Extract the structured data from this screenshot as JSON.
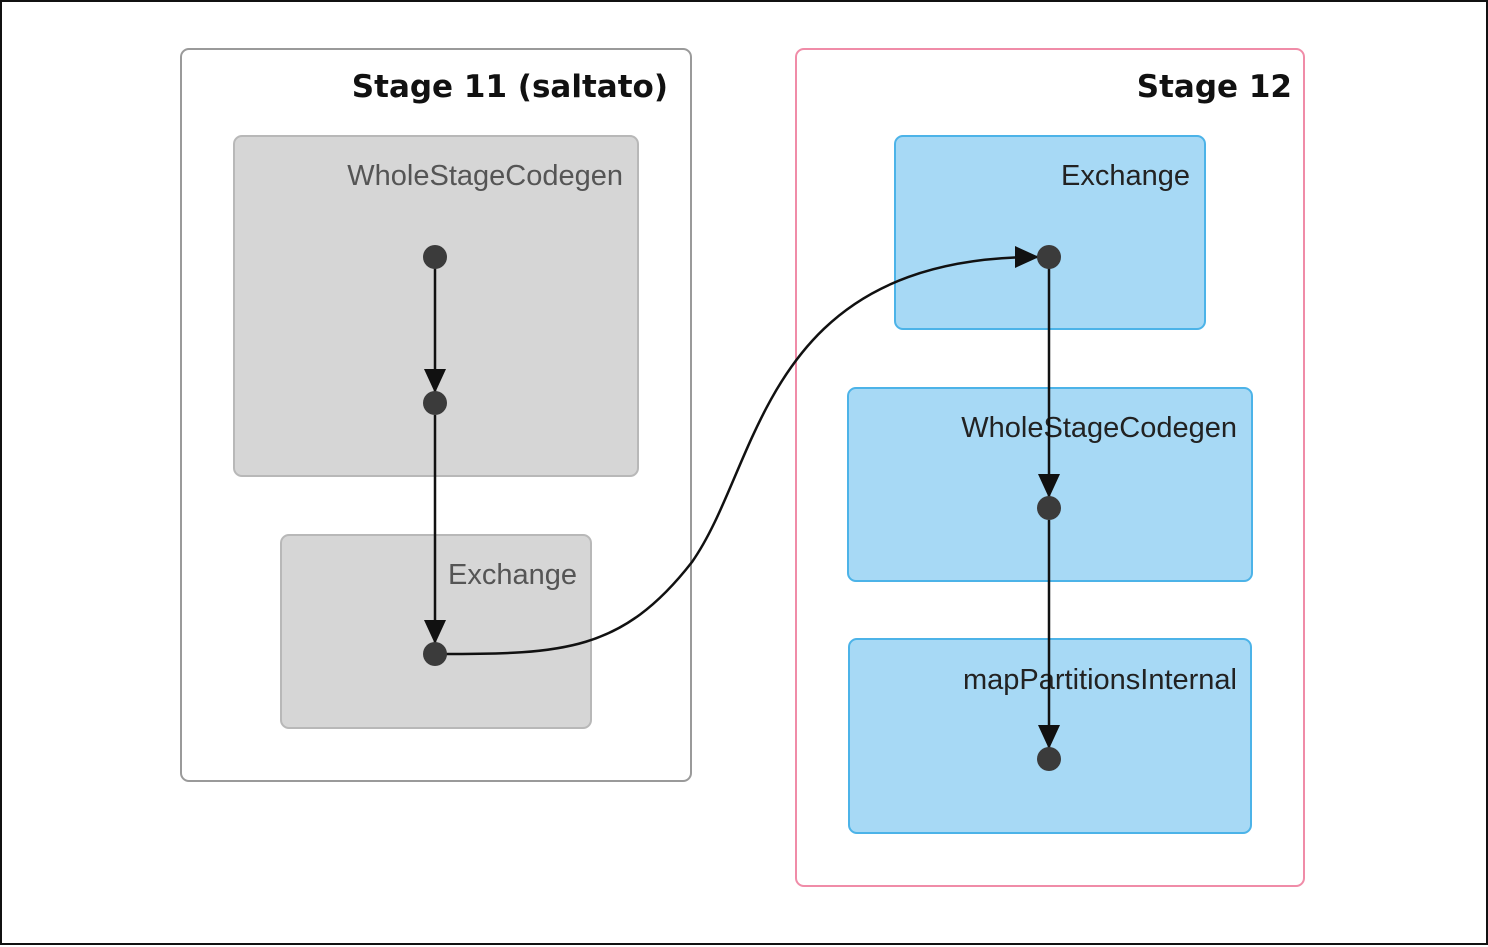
{
  "stages": [
    {
      "title": "Stage 11 (saltato)",
      "border_color": "#9a9a9a",
      "clusters": [
        {
          "label": "WholeStageCodegen",
          "fill": "#d6d6d6",
          "stroke": "#b8b8b8"
        },
        {
          "label": "Exchange",
          "fill": "#d6d6d6",
          "stroke": "#b8b8b8"
        }
      ]
    },
    {
      "title": "Stage 12",
      "border_color": "#f08ca8",
      "clusters": [
        {
          "label": "Exchange",
          "fill": "#a7d9f5",
          "stroke": "#4cb3e8"
        },
        {
          "label": "WholeStageCodegen",
          "fill": "#a7d9f5",
          "stroke": "#4cb3e8"
        },
        {
          "label": "mapPartitionsInternal",
          "fill": "#a7d9f5",
          "stroke": "#4cb3e8"
        }
      ]
    }
  ],
  "node_color": "#3b3b3b",
  "edge_color": "#111111"
}
